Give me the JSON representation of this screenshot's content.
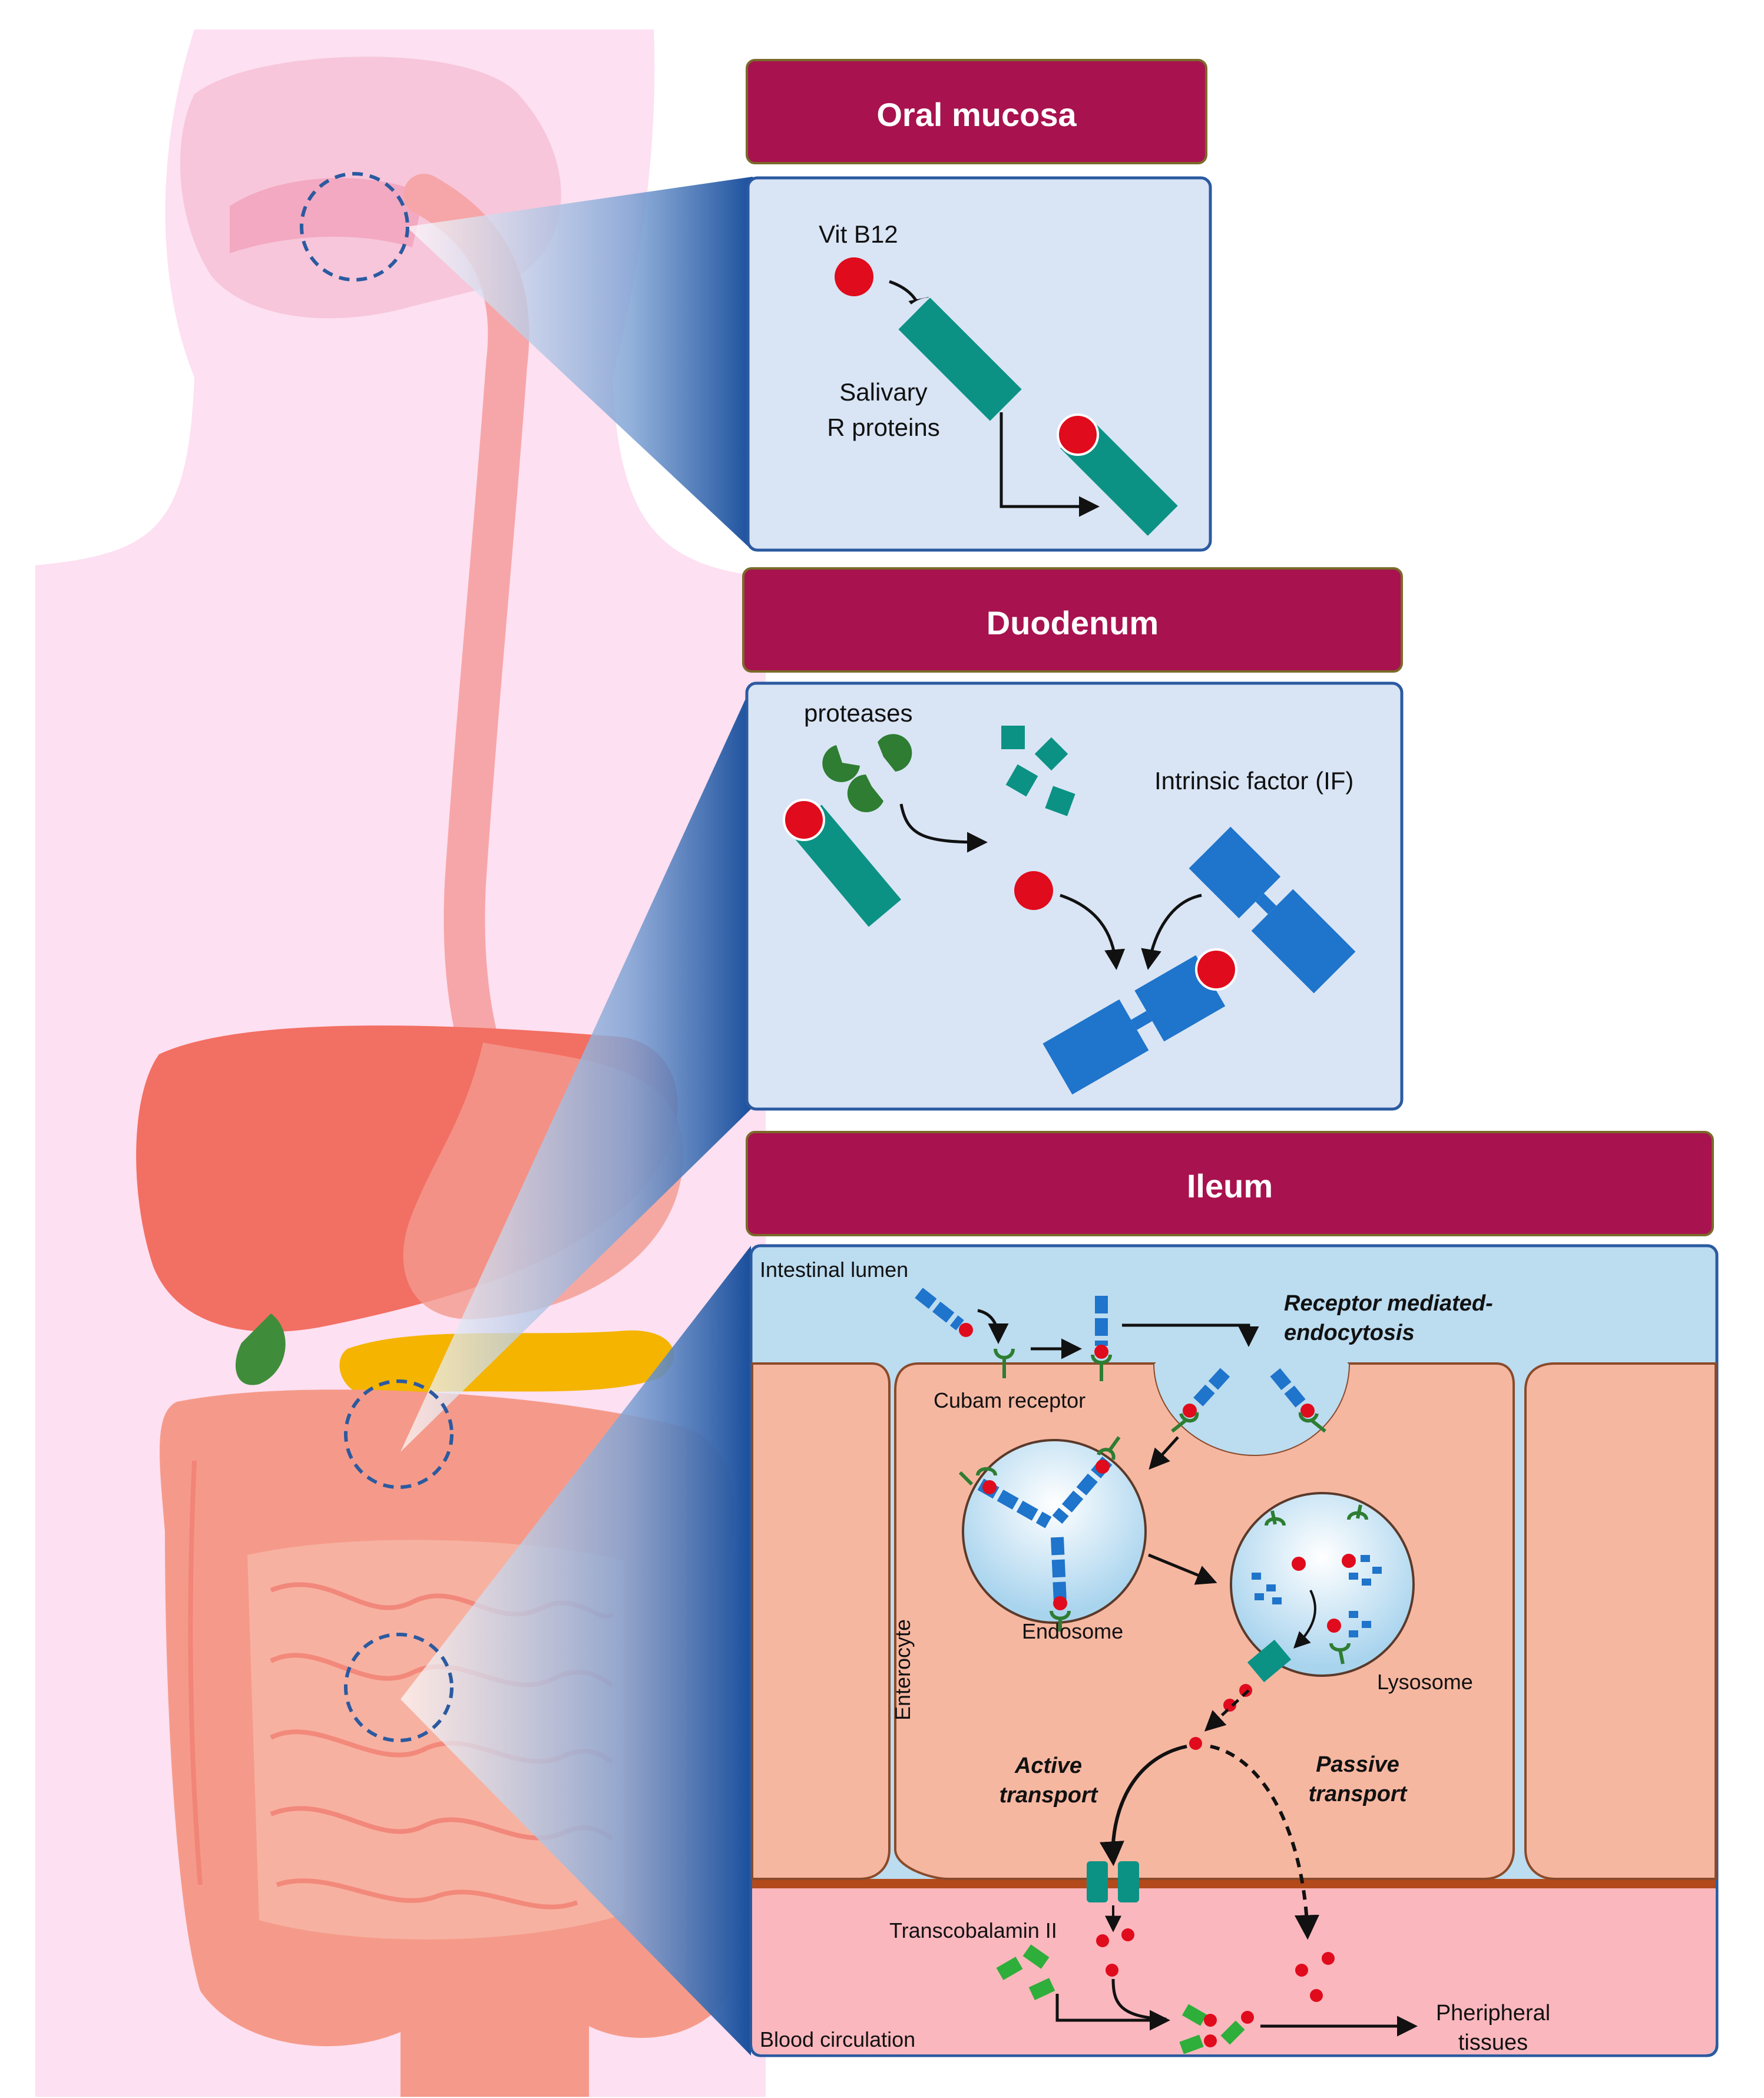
{
  "sections": {
    "oral_mucosa": {
      "title": "Oral mucosa",
      "vit_b12": "Vit B12",
      "salivary_line1": "Salivary",
      "salivary_line2": "R proteins"
    },
    "duodenum": {
      "title": "Duodenum",
      "proteases": "proteases",
      "intrinsic_factor": "Intrinsic factor (IF)"
    },
    "ileum": {
      "title": "Ileum",
      "intestinal_lumen": "Intestinal lumen",
      "rme_line1": "Receptor mediated-",
      "rme_line2": "endocytosis",
      "cubam_receptor": "Cubam receptor",
      "enterocyte": "Enterocyte",
      "endosome": "Endosome",
      "lysosome": "Lysosome",
      "active_line1": "Active",
      "active_line2": "transport",
      "passive_line1": "Passive",
      "passive_line2": "transport",
      "transcobalamin": "Transcobalamin II",
      "blood_circulation": "Blood circulation",
      "peripheral_line1": "Pheripheral",
      "peripheral_line2": "tissues"
    }
  },
  "colors": {
    "header": "#a8124f",
    "panel": "#d9e5f5",
    "panel_border": "#2b5aa0",
    "vitamin": "#e00b1c",
    "r_protein": "#0c9284",
    "intrinsic_factor": "#1f74cb",
    "protease": "#2e7d32",
    "enterocyte": "#f6b7a1",
    "blood": "#fbb7be",
    "lumen": "#bcdcf0"
  }
}
